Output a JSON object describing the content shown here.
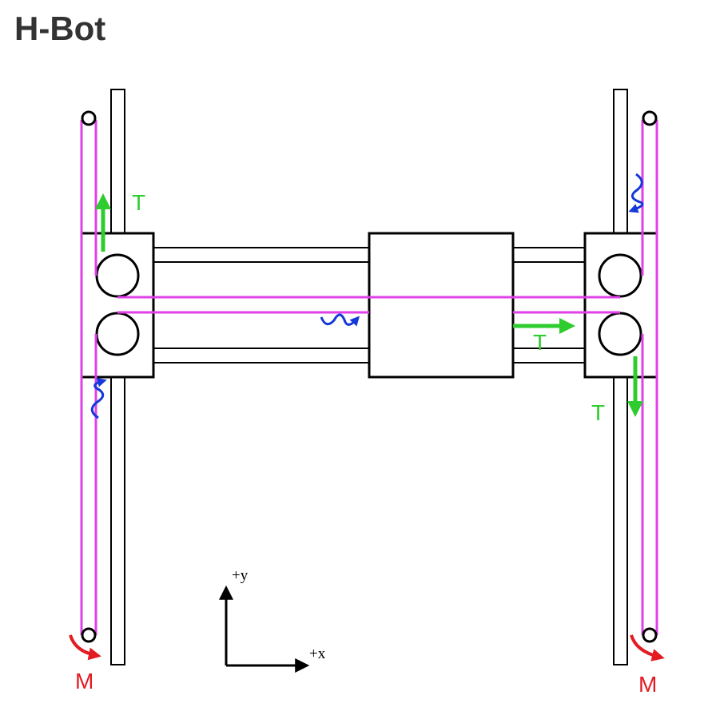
{
  "title": "H-Bot",
  "labels": {
    "tension": "T",
    "motor": "M",
    "axis_x": "+x",
    "axis_y": "+y"
  },
  "colors": {
    "belt": "#e040e8",
    "tension": "#2ecc2e",
    "motor": "#e31b23",
    "friction": "#1538d8",
    "frame": "#000000",
    "title": "#333333"
  }
}
